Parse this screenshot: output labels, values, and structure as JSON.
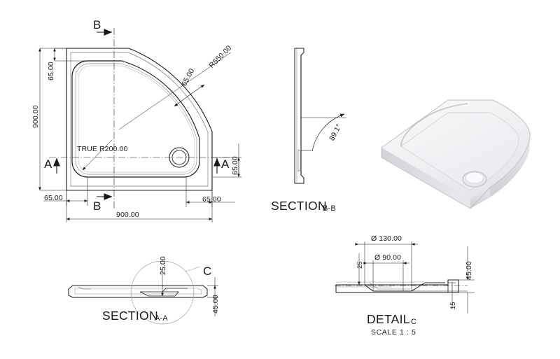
{
  "drawing": {
    "background_color": "#ffffff",
    "line_color": "#1a1a1a",
    "render_fill_light": "#f2f2f4",
    "render_fill_mid": "#e2e2e6",
    "render_fill_dark": "#c9c9cf"
  },
  "plan_view": {
    "name": "quadrant-shower-tray-plan",
    "dimensions": {
      "height_overall": "900.00",
      "width_overall": "900.00",
      "inset_top": "65.00",
      "inset_left": "65.00",
      "inset_right": "65.00",
      "inset_bottom": "65.00",
      "corner_radius_note": "TRUE R200.00",
      "outer_radius": "R550.00",
      "wall_offset": "65.00"
    },
    "section_marks": {
      "b_top": "B",
      "b_bottom": "B",
      "a_left": "A",
      "a_right": "A"
    }
  },
  "section_bb": {
    "title": "SECTION",
    "subtitle": "B-B",
    "angle": "89.1°"
  },
  "section_aa": {
    "title": "SECTION",
    "subtitle": "A-A",
    "detail_mark": "C",
    "dimensions": {
      "drain_depth": "25.00",
      "tray_height": "45.00"
    }
  },
  "detail_c": {
    "title": "DETAIL",
    "subtitle": "C",
    "scale": "SCALE 1 : 5",
    "dimensions": {
      "outer_diameter": "Ø 130.00",
      "inner_diameter": "Ø 90.00",
      "recess_depth": "25",
      "tray_height": "45.00",
      "lip_height": "15"
    }
  },
  "iso_view": {
    "name": "shower-tray-3d-render"
  }
}
